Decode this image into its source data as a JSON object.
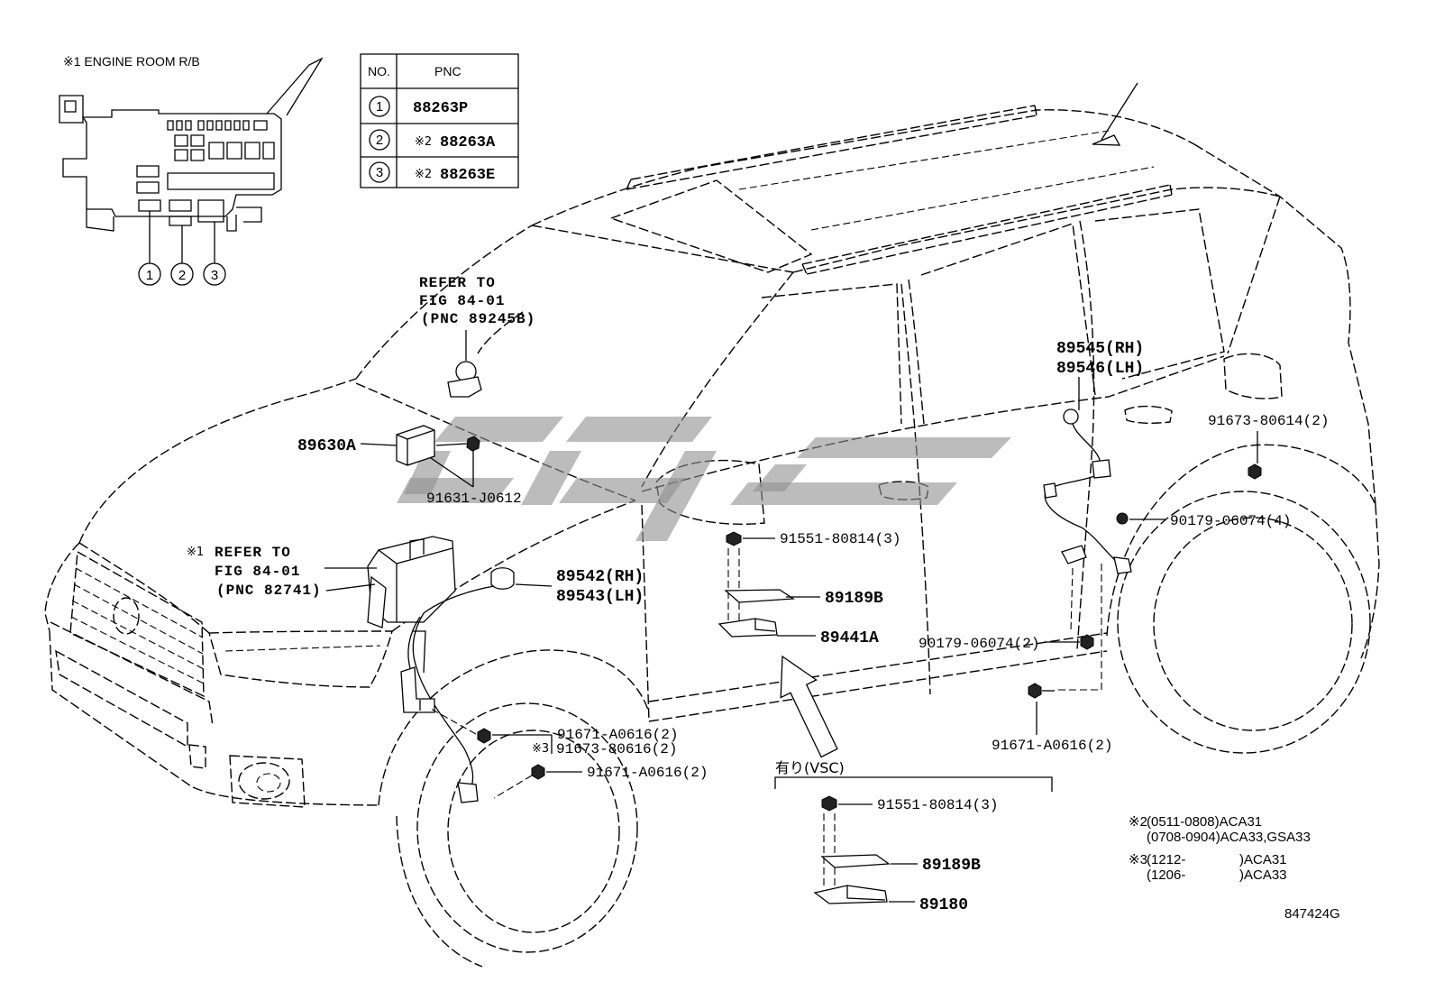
{
  "relay_box": {
    "title": "※1 ENGINE ROOM R/B",
    "markers": [
      "1",
      "2",
      "3"
    ]
  },
  "pnc_table": {
    "headers": {
      "no": "NO.",
      "pnc": "PNC"
    },
    "rows": [
      {
        "no": "1",
        "pnc": "88263P"
      },
      {
        "no": "2",
        "note": "※2",
        "pnc": "88263A"
      },
      {
        "no": "3",
        "note": "※2",
        "pnc": "88263E"
      }
    ]
  },
  "references": [
    {
      "line1": "REFER TO",
      "line2": "FIG 84-01",
      "line3": "(PNC 89245B)"
    },
    {
      "mark": "※1",
      "line1": "REFER TO",
      "line2": "FIG 84-01",
      "line3": "(PNC 82741)"
    }
  ],
  "callouts": {
    "ecu": "89630A",
    "ecu_bolt": "91631-J0612",
    "front_sensor_rh": "89542(RH)",
    "front_sensor_lh": "89543(LH)",
    "yaw_bolt": "91551-80814(3)",
    "yaw_bracket": "89189B",
    "yaw_sensor": "89441A",
    "rear_sensor_rh": "89545(RH)",
    "rear_sensor_lh": "89546(LH)",
    "rear_bolt_upper": "91673-80614(2)",
    "rear_clamp_upper": "90179-06074(4)",
    "rear_clamp_lower": "90179-06074(2)",
    "rear_bolt_lower": "91671-A0616(2)",
    "front_bolt_a": "91671-A0616(2)",
    "front_bolt_b_mark": "※3",
    "front_bolt_b": "91673-80616(2)",
    "front_bolt_c": "91671-A0616(2)"
  },
  "vsc": {
    "label": "有り(VSC)",
    "bolt": "91551-80814(3)",
    "bracket": "89189B",
    "sensor": "89180"
  },
  "notes": [
    {
      "mark": "※2",
      "text": "(0511-0808)ACA31"
    },
    {
      "text": "(0708-0904)ACA33,GSA33"
    },
    {
      "mark": "※3",
      "open": "(1212-",
      "close": ")ACA31"
    },
    {
      "open": "(1206-",
      "close": ")ACA33"
    }
  ],
  "figure_code": "847424G",
  "colors": {
    "background": "#ffffff",
    "line": "#000000",
    "watermark": "#8f8f8f"
  }
}
